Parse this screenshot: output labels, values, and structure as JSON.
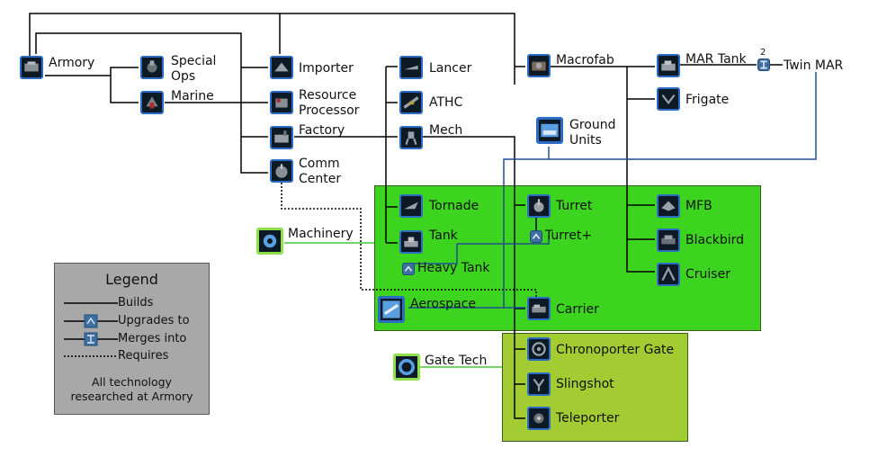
{
  "colors": {
    "zone_green": "#3cd41e",
    "zone_olive": "#a2cc32",
    "line_builds": "#000000",
    "line_upgrade": "#1f4f8f",
    "line_green": "#44c830",
    "icon_border": "#2b6cc4"
  },
  "nodes": {
    "armory": "Armory",
    "special_ops": "Special Ops",
    "marine": "Marine",
    "importer": "Importer",
    "resource_processor": "Resource Processor",
    "factory": "Factory",
    "comm_center": "Comm Center",
    "lancer": "Lancer",
    "athc": "ATHC",
    "mech": "Mech",
    "macrofab": "Macrofab",
    "mar_tank": "MAR Tank",
    "twin_mar": "Twin MAR",
    "twin_mar_count": "2",
    "frigate": "Frigate",
    "ground_units": "Ground Units",
    "machinery": "Machinery",
    "tornade": "Tornade",
    "tank": "Tank",
    "heavy_tank": "Heavy Tank",
    "turret": "Turret",
    "turret_plus": "Turret+",
    "mfb": "MFB",
    "blackbird": "Blackbird",
    "cruiser": "Cruiser",
    "aerospace": "Aerospace",
    "carrier": "Carrier",
    "gate_tech": "Gate Tech",
    "chronoporter_gate": "Chronoporter Gate",
    "slingshot": "Slingshot",
    "teleporter": "Teleporter"
  },
  "legend": {
    "title": "Legend",
    "builds": "Builds",
    "upgrades_to": "Upgrades to",
    "merges_into": "Merges into",
    "requires": "Requires",
    "note_line1": "All technology",
    "note_line2": "researched at Armory"
  }
}
